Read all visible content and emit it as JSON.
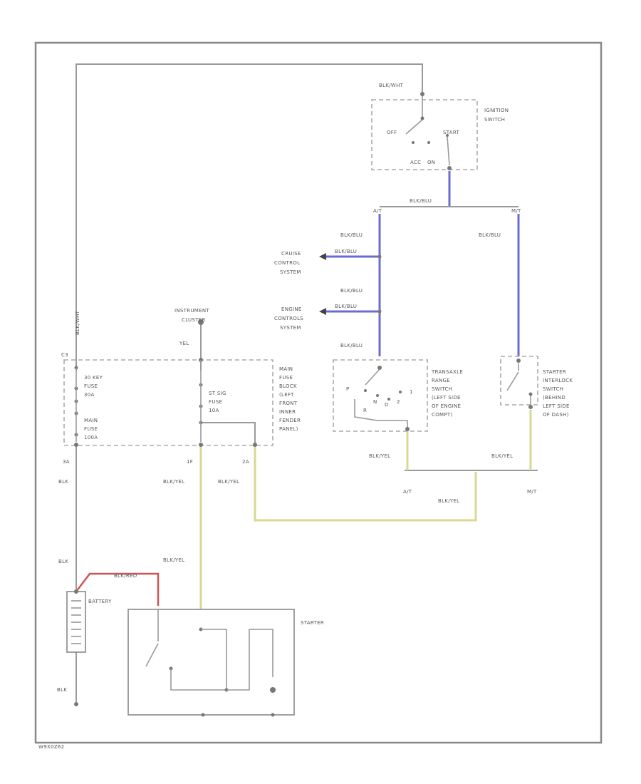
{
  "diagram_code": "W9X0Z62",
  "wires": {
    "top_blk_wht": "BLK/WHT",
    "left_vertical_top": "BLK/WHT",
    "blk_blu_main": "BLK/BLU",
    "blk_blu_at": "BLK/BLU",
    "blk_blu_mt": "BLK/BLU",
    "cruise_branch": "BLK/BLU",
    "blk_blu_mid": "BLK/BLU",
    "engine_branch": "BLK/BLU",
    "blk_blu_low": "BLK/BLU",
    "yel": "YEL",
    "left_blk_1": "BLK",
    "left_blk_2": "BLK",
    "blk_yel_center": "BLK/YEL",
    "blk_yel_right": "BLK/YEL",
    "blk_yel_starter": "BLK/YEL",
    "blk_yel_tr": "BLK/YEL",
    "blk_yel_sw": "BLK/YEL",
    "blk_yel_bottom": "BLK/YEL",
    "battery_red": "BLK/RED",
    "ground": "BLK"
  },
  "terminals": {
    "junction_top": "C3",
    "fuse_left_bottom": "3A",
    "fuse_center_bottom": "1F",
    "fuse_right_bottom": "2A"
  },
  "branch_labels": {
    "at_top": "A/T",
    "mt_top": "M/T",
    "at_bottom": "A/T",
    "mt_bottom": "M/T"
  },
  "ignition_switch": {
    "name": [
      "IGNITION",
      "SWITCH"
    ],
    "pos_off": "OFF",
    "pos_start": "START",
    "pos_acc": "ACC",
    "pos_on": "ON"
  },
  "cruise_control": [
    "CRUISE",
    "CONTROL",
    "SYSTEM"
  ],
  "engine_controls": [
    "ENGINE",
    "CONTROLS",
    "SYSTEM"
  ],
  "instrument_cluster": [
    "INSTRUMENT",
    "CLUSTER"
  ],
  "fuse_block": {
    "fuse1": [
      "30 KEY",
      "FUSE",
      "30A"
    ],
    "fuse2": [
      "MAIN",
      "FUSE",
      "100A"
    ],
    "fuse3": [
      "ST SIG",
      "FUSE",
      "10A"
    ],
    "name": [
      "MAIN",
      "FUSE",
      "BLOCK",
      "(LEFT",
      "FRONT",
      "INNER",
      "FENDER",
      "PANEL)"
    ]
  },
  "transaxle_switch": {
    "name": [
      "TRANSAXLE",
      "RANGE",
      "SWITCH",
      "(LEFT SIDE",
      "OF ENGINE",
      "COMPT)"
    ],
    "letters": [
      "P",
      "R",
      "N",
      "D",
      "2",
      "1"
    ]
  },
  "interlock_switch": {
    "name": [
      "STARTER",
      "INTERLOCK",
      "SWITCH",
      "(BEHIND",
      "LEFT SIDE",
      "OF DASH)"
    ]
  },
  "battery": {
    "name": "BATTERY"
  },
  "starter": {
    "name": "STARTER"
  }
}
